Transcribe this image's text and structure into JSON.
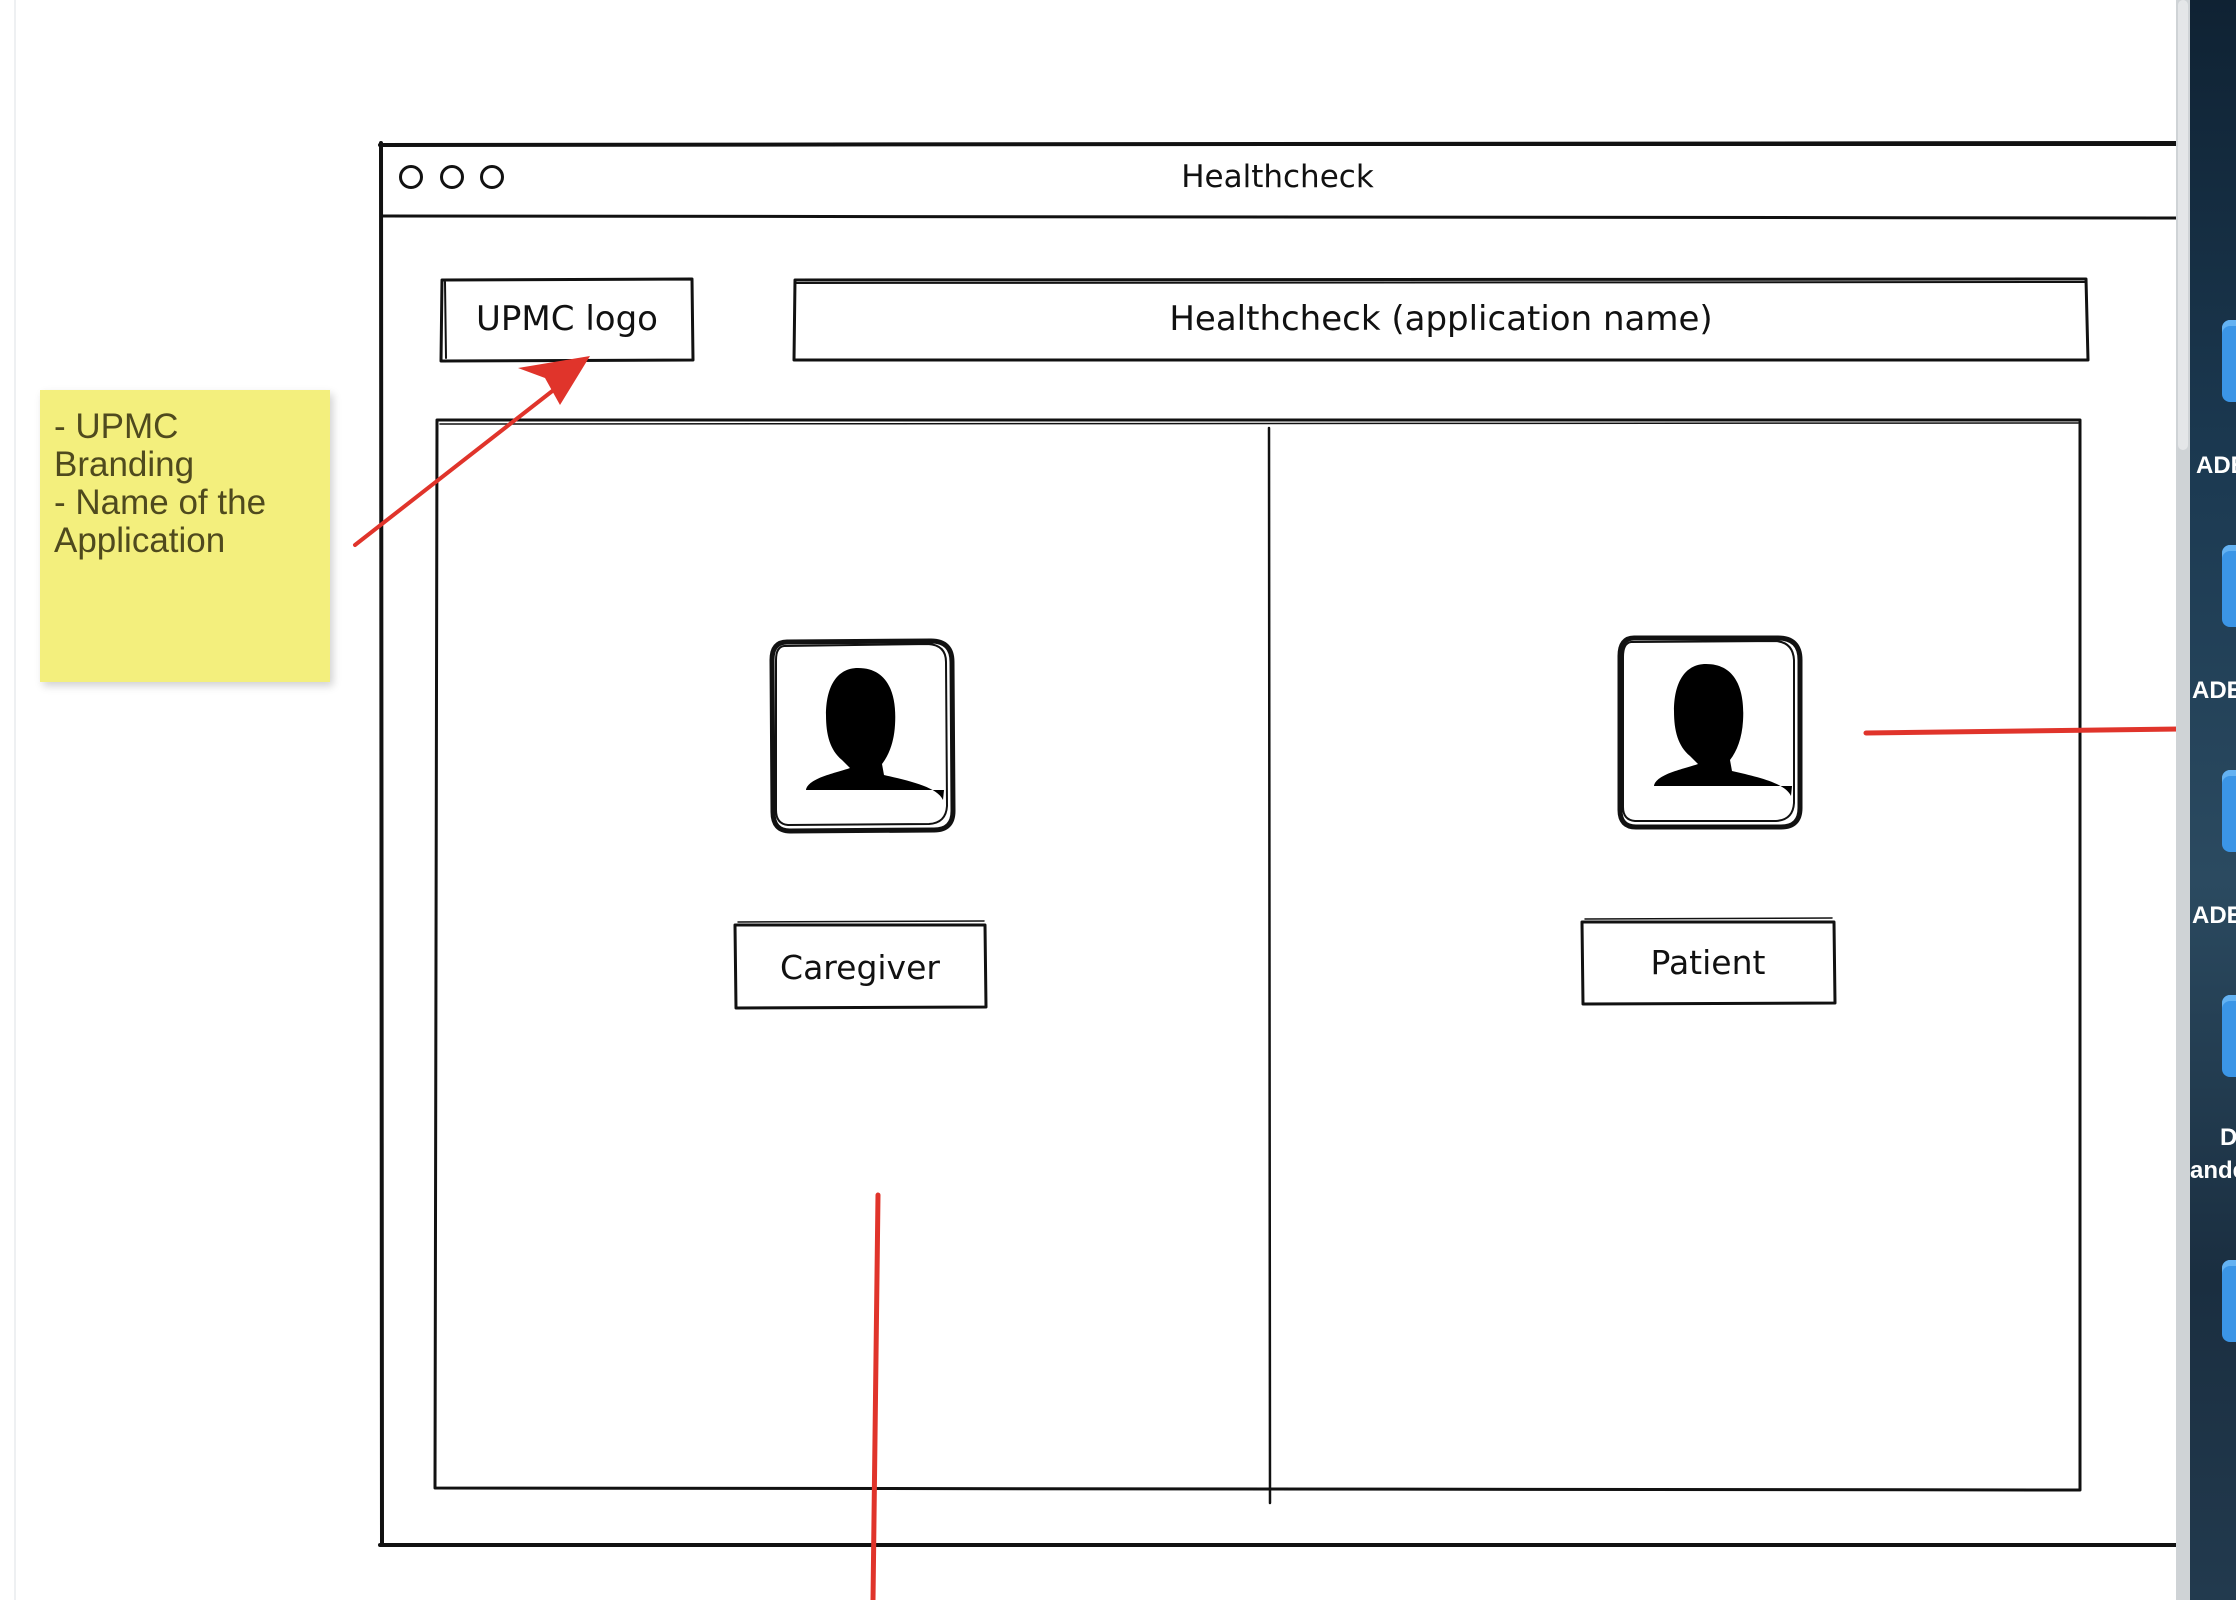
{
  "window": {
    "title": "Healthcheck"
  },
  "header": {
    "logo_label": "UPMC logo",
    "app_name": "Healthcheck (application name)"
  },
  "roles": {
    "caregiver_label": "Caregiver",
    "patient_label": "Patient"
  },
  "sticky_note": {
    "lines": [
      "- UPMC",
      "Branding",
      "- Name of the",
      "Application"
    ],
    "color": "#f3ef7d"
  },
  "desktop": {
    "labels": [
      "ADE",
      "ADE",
      "ADE",
      "D",
      "ande"
    ]
  },
  "colors": {
    "annotation_red": "#e0342b",
    "sketch_ink": "#111111"
  },
  "icons": [
    "window-close-icon",
    "window-minimize-icon",
    "window-maximize-icon",
    "user-avatar-icon",
    "folder-icon"
  ]
}
